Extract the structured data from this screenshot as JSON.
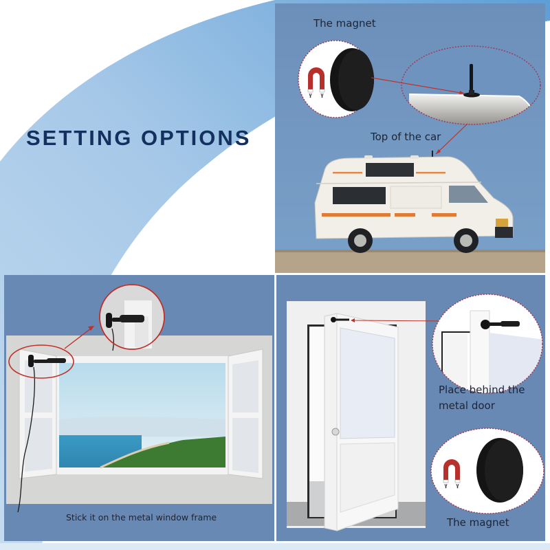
{
  "heading": {
    "title": "SETTING OPTIONS"
  },
  "colors": {
    "title_text": "#13305e",
    "panel_blue": "#6a8db7",
    "arc_light": "#a9cbe8",
    "arc_dark": "#6fa6d8",
    "accent_red": "#c0302a",
    "label_text": "#1c2436"
  },
  "panels": {
    "car_roof": {
      "magnet_label": "The magnet",
      "location_label": "Top of the car",
      "icon_magnet": "horseshoe-magnet-icon",
      "icon_puck": "round-magnet-base-icon"
    },
    "window_frame": {
      "caption": "Stick it on the metal window frame"
    },
    "metal_door": {
      "location_label_line1": "Place behind the",
      "location_label_line2": "metal door",
      "magnet_label": "The magnet",
      "icon_magnet": "horseshoe-magnet-icon",
      "icon_puck": "round-magnet-base-icon"
    }
  }
}
